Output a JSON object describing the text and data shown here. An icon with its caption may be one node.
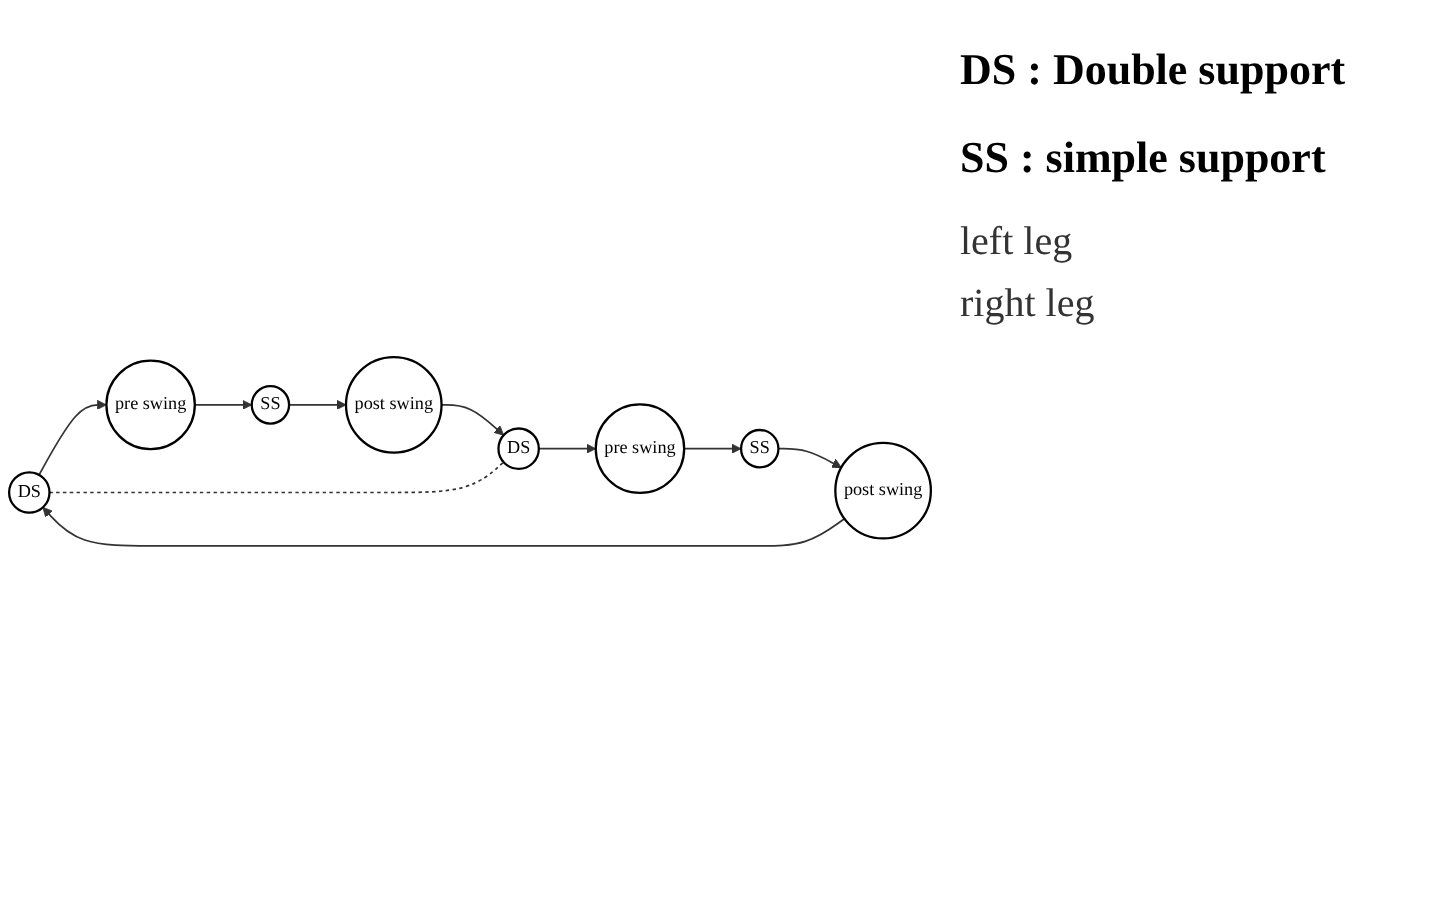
{
  "diagram": {
    "nodes": [
      {
        "text": [
          "DS"
        ]
      },
      {
        "text": [
          "pre swing"
        ]
      },
      {
        "text": [
          "SS"
        ]
      },
      {
        "text": [
          "post swing"
        ]
      },
      {
        "text": [
          "DS"
        ]
      },
      {
        "text": [
          "pre swing"
        ]
      },
      {
        "text": [
          "SS"
        ]
      },
      {
        "text": [
          "post swing"
        ]
      }
    ],
    "edges": [
      {
        "from": 0,
        "to": 1,
        "arrow": "to"
      },
      {
        "from": 1,
        "to": 2,
        "arrow": "to"
      },
      {
        "from": 2,
        "to": 3,
        "arrow": "to"
      },
      {
        "from": 3,
        "to": 4,
        "arrow": "to"
      },
      {
        "from": 4,
        "to": 5,
        "arrow": "to"
      },
      {
        "from": 5,
        "to": 6,
        "arrow": "to"
      },
      {
        "from": 6,
        "to": 7,
        "arrow": "to"
      },
      {
        "from": 7,
        "to": 0,
        "arrow": "to"
      },
      {
        "from": 0,
        "to": 4,
        "arrow": "none",
        "style": "dashed"
      }
    ],
    "labels": [
      "DS : Double support",
      "SS : simple support",
      "left leg",
      "right leg"
    ]
  }
}
